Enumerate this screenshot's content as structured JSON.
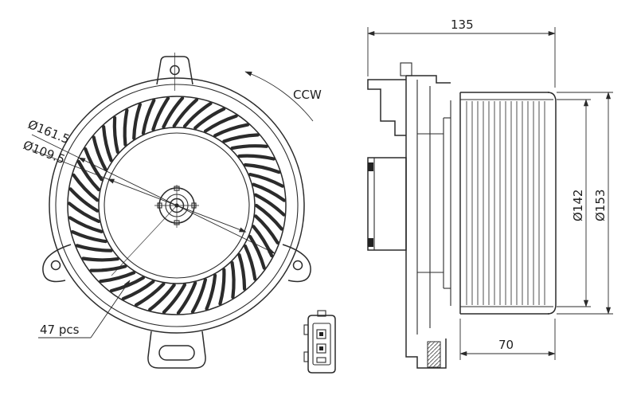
{
  "front_view": {
    "dim_outer_label": "Ø161.5",
    "dim_inner_label": "Ø109.5",
    "rotation_label": "CCW",
    "blade_count": 47,
    "blade_count_label": "47 pcs"
  },
  "side_view": {
    "dim_total_depth": "135",
    "dim_inner_diameter": "Ø142",
    "dim_outer_diameter": "Ø153",
    "dim_wheel_depth": "70"
  },
  "colors": {
    "line": "#2b2b2b",
    "background": "#ffffff"
  }
}
